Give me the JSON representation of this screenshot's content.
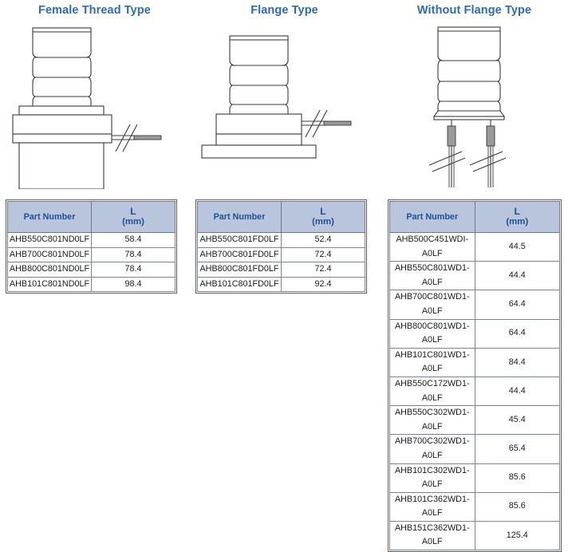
{
  "columns": [
    {
      "title": "Female Thread Type",
      "diagram": "female-thread-type-sensor-drawing",
      "table": {
        "headers": {
          "part": "Part Number",
          "length_main": "L",
          "length_sub": "(mm)"
        },
        "rows": [
          {
            "part": "AHB550C801ND0LF",
            "length": "58.4"
          },
          {
            "part": "AHB700C801ND0LF",
            "length": "78.4"
          },
          {
            "part": "AHB800C801ND0LF",
            "length": "78.4"
          },
          {
            "part": "AHB101C801ND0LF",
            "length": "98.4"
          }
        ]
      }
    },
    {
      "title": "Flange Type",
      "diagram": "flange-type-sensor-drawing",
      "table": {
        "headers": {
          "part": "Part Number",
          "length_main": "L",
          "length_sub": "(mm)"
        },
        "rows": [
          {
            "part": "AHB550C801FD0LF",
            "length": "52.4"
          },
          {
            "part": "AHB700C801FD0LF",
            "length": "72.4"
          },
          {
            "part": "AHB800C801FD0LF",
            "length": "72.4"
          },
          {
            "part": "AHB101C801FD0LF",
            "length": "92.4"
          }
        ]
      }
    },
    {
      "title": "Without Flange Type",
      "diagram": "without-flange-type-sensor-drawing",
      "table": {
        "headers": {
          "part": "Part Number",
          "length_main": "L",
          "length_sub": "(mm)"
        },
        "rows": [
          {
            "part": "AHB500C451WDI-A0LF",
            "length": "44.5"
          },
          {
            "part": "AHB550C801WD1-A0LF",
            "length": "44.4"
          },
          {
            "part": "AHB700C801WD1-A0LF",
            "length": "64.4"
          },
          {
            "part": "AHB800C801WD1-A0LF",
            "length": "64.4"
          },
          {
            "part": "AHB101C801WD1-A0LF",
            "length": "84.4"
          },
          {
            "part": "AHB550C172WD1-A0LF",
            "length": "44.4"
          },
          {
            "part": "AHB550C302WD1-A0LF",
            "length": "45.4"
          },
          {
            "part": "AHB700C302WD1-A0LF",
            "length": "65.4"
          },
          {
            "part": "AHB101C302WD1-A0LF",
            "length": "85.6"
          },
          {
            "part": "AHB101C362WD1-A0LF",
            "length": "85.6"
          },
          {
            "part": "AHB151C362WD1-A0LF",
            "length": "125.4"
          }
        ]
      }
    }
  ],
  "colors": {
    "title_blue": "#2e6bb0",
    "header_fill": "#b9c5dd",
    "header_text": "#20508f",
    "line": "#3a3a3a"
  }
}
